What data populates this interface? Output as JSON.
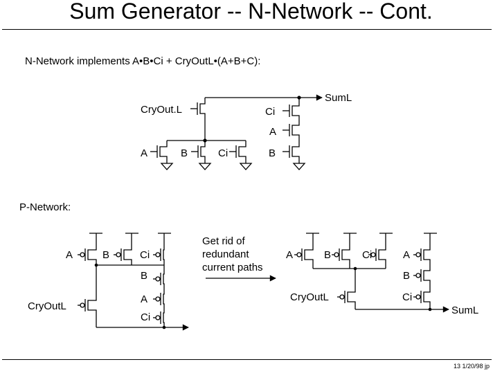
{
  "title": "Sum Generator -- N-Network -- Cont.",
  "subtitle": "N-Network implements A•B•Ci + CryOutL•(A+B+C):",
  "p_network_label": "P-Network:",
  "footer": "13 1/20/98 jp",
  "n_network": {
    "labels": {
      "cryoutl": "CryOut.L",
      "ci_top": "Ci",
      "a_mid": "A",
      "a_bottom": "A",
      "b_bottom": "B",
      "ci_bottom": "Ci",
      "b_right": "B",
      "output": "SumL"
    }
  },
  "p_network_left": {
    "labels": {
      "a": "A",
      "b": "B",
      "ci_top": "Ci",
      "b_mid": "B",
      "a_low": "A",
      "ci_low": "Ci",
      "cryoutl": "CryOutL"
    }
  },
  "arrow_caption": [
    "Get rid of",
    "redundant",
    "current paths"
  ],
  "p_network_right": {
    "labels": {
      "a": "A",
      "b": "B",
      "ci": "Ci",
      "a_top_right": "A",
      "b_right": "B",
      "ci_right": "Ci",
      "cryoutl": "CryOutL",
      "output": "SumL"
    }
  }
}
